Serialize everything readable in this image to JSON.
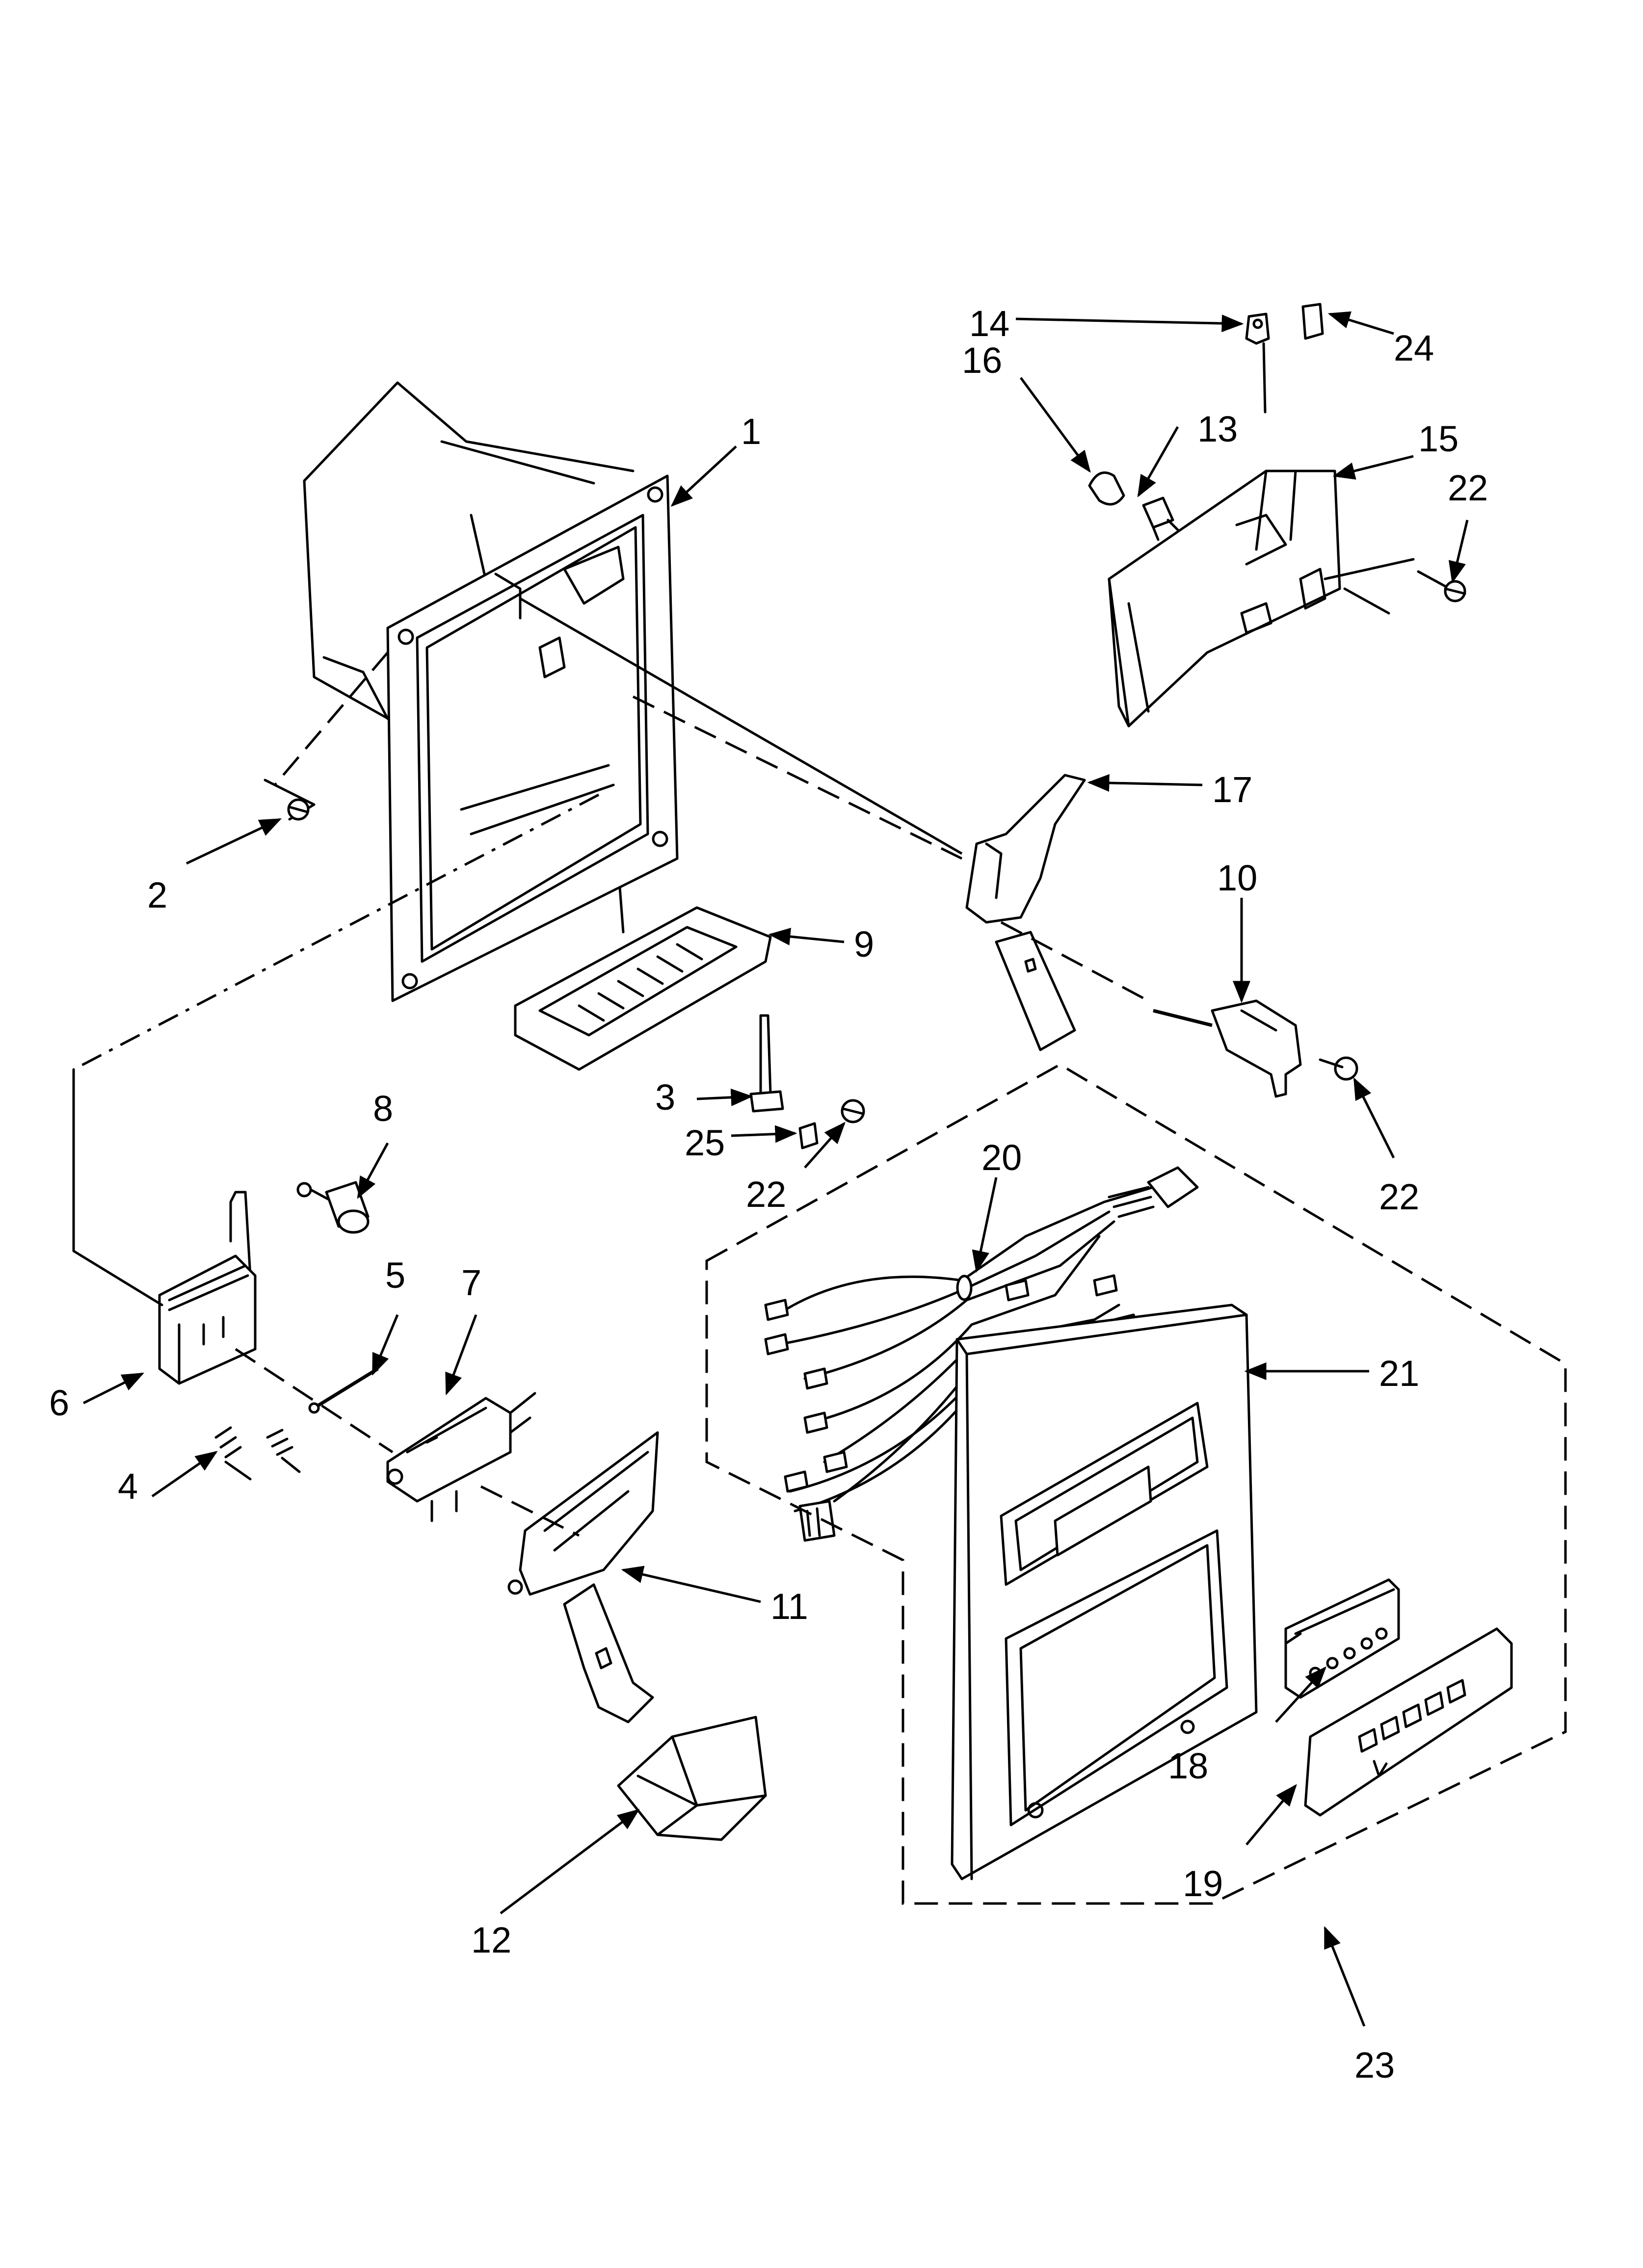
{
  "callouts": [
    {
      "id": "p1",
      "text": "1"
    },
    {
      "id": "p2",
      "text": "2"
    },
    {
      "id": "p3",
      "text": "3"
    },
    {
      "id": "p4",
      "text": "4"
    },
    {
      "id": "p5",
      "text": "5"
    },
    {
      "id": "p6",
      "text": "6"
    },
    {
      "id": "p7",
      "text": "7"
    },
    {
      "id": "p8",
      "text": "8"
    },
    {
      "id": "p9",
      "text": "9"
    },
    {
      "id": "p10",
      "text": "10"
    },
    {
      "id": "p11",
      "text": "11"
    },
    {
      "id": "p12",
      "text": "12"
    },
    {
      "id": "p13",
      "text": "13"
    },
    {
      "id": "p14",
      "text": "14"
    },
    {
      "id": "p15",
      "text": "15"
    },
    {
      "id": "p16",
      "text": "16"
    },
    {
      "id": "p17",
      "text": "17"
    },
    {
      "id": "p18",
      "text": "18"
    },
    {
      "id": "p19",
      "text": "19"
    },
    {
      "id": "p20",
      "text": "20"
    },
    {
      "id": "p21",
      "text": "21"
    },
    {
      "id": "p22a",
      "text": "22"
    },
    {
      "id": "p22b",
      "text": "22"
    },
    {
      "id": "p22c",
      "text": "22"
    },
    {
      "id": "p23",
      "text": "23"
    },
    {
      "id": "p24",
      "text": "24"
    },
    {
      "id": "p25",
      "text": "25"
    }
  ]
}
